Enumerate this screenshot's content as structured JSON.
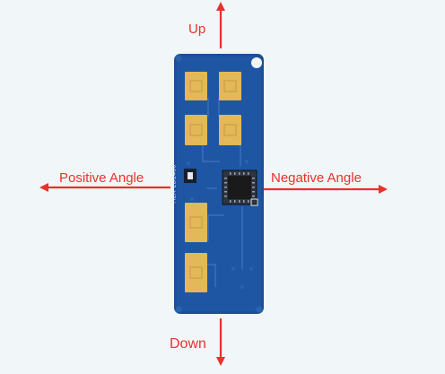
{
  "labels": {
    "up": "Up",
    "down": "Down",
    "positive_angle": "Positive Angle",
    "negative_angle": "Negative Angle"
  },
  "board": {
    "model_text": "HLK-LD2450"
  },
  "colors": {
    "arrow": "#e8322b",
    "board": "#1c4f96",
    "pad_gold": "#e2b858",
    "chip": "#1a1a1a",
    "background": "#f1f6f8"
  }
}
